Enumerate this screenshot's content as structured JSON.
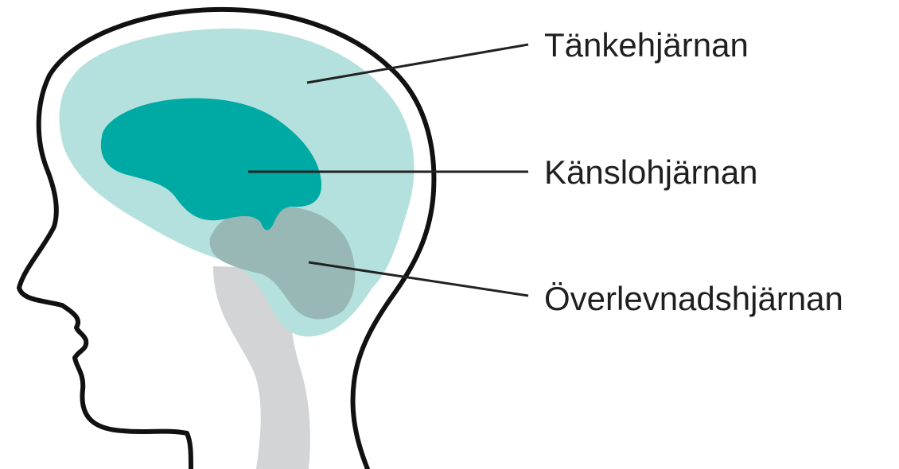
{
  "labels": {
    "thinking_brain": "Tänkehjärnan",
    "emotional_brain": "Känslohjärnan",
    "survival_brain": "Överlevnadshjärnan"
  },
  "colors": {
    "thinking_brain": "#b4e1dd",
    "emotional_brain": "#00aaa4",
    "survival_brain": "#97b8b5",
    "brainstem": "#d3d4d6",
    "outline": "#111111",
    "leader_line": "#222222"
  }
}
